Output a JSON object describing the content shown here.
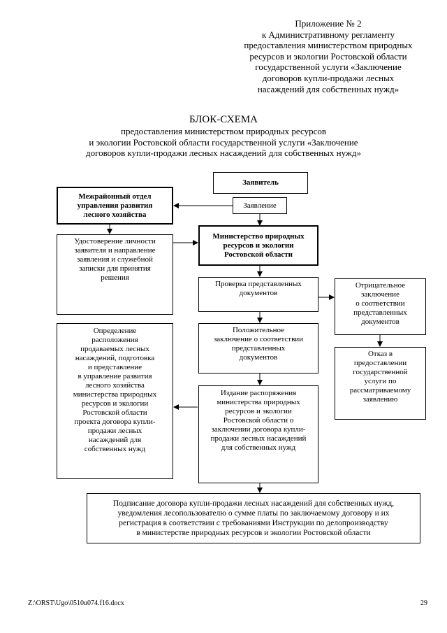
{
  "appendix": {
    "text": "Приложение № 2\nк Административному регламенту\nпредоставления министерством природных\nресурсов и экологии Ростовской области\nгосударственной услуги «Заключение\nдоговоров купли-продажи лесных\nнасаждений для собственных нужд»"
  },
  "title": {
    "heading": "БЛОК-СХЕМА",
    "subtitle": "предоставления министерством природных ресурсов\nи экологии Ростовской области государственной услуги «Заключение\nдоговоров купли-продажи лесных насаждений для собственных нужд»"
  },
  "boxes": {
    "applicant": "Заявитель",
    "application": "Заявление",
    "interdistrict": "Межрайонный отдел\nуправления развития\nлесного хозяйства",
    "ministry": "Министерство природных\nресурсов и экологии\nРостовской области",
    "identity": "Удостоверение личности\nзаявителя и направление\nзаявления и служебной\nзаписки для принятия\nрешения",
    "check": "Проверка представленных\nдокументов",
    "negative": "Отрицательное\nзаключение\nо соответствии\nпредставленных\nдокументов",
    "positive": "Положительное\nзаключение о соответствии\nпредставленных\nдокументов",
    "refusal": "Отказ в\nпредоставлении\nгосударственной\nуслуги по\nрассматриваемому\nзаявлению",
    "location": "Определение\nрасположения\nпродаваемых лесных\nнасаждений, подготовка\nи представление\nв управление развития\nлесного хозяйства\nминистерства природных\nресурсов и экологии\nРостовской области\nпроекта договора купли-\nпродажи лесных\nнасаждений для\nсобственных нужд",
    "order": "Издание распоряжения\nминистерства природных\nресурсов и экологии\nРостовской области о\nзаключении договора купли-\nпродажи лесных насаждений\nдля собственных нужд",
    "signing": "Подписание договора купли-продажи лесных насаждений для собственных нужд,\nуведомления лесопользователю о сумме платы по заключаемому договору и их\nрегистрация в соответствии с требованиями Инструкции по делопроизводству\nв министерстве природных ресурсов и экологии Ростовской области"
  },
  "footer": {
    "path": "Z:\\ORST\\Ugo\\0510u074.f16.docx",
    "page": "29"
  }
}
